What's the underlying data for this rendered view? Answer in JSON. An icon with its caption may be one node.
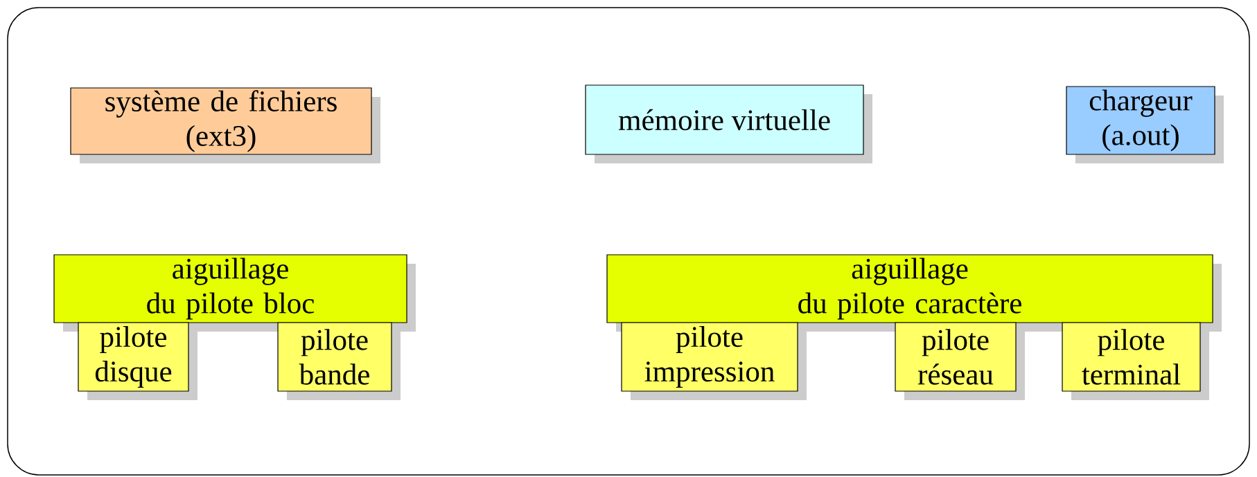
{
  "diagram": {
    "nodes": [
      {
        "text": [
          "système de fichiers (ext3)"
        ]
      },
      {
        "text": [
          "mémoire virtuelle"
        ]
      },
      {
        "text": [
          "chargeur (a.out)"
        ]
      },
      {
        "text": [
          "aiguillage du pilote bloc"
        ]
      },
      {
        "text": [
          "pilote disque"
        ]
      },
      {
        "text": [
          "pilote bande"
        ]
      },
      {
        "text": [
          "aiguillage du pilote caractère"
        ]
      },
      {
        "text": [
          "pilote impression"
        ]
      },
      {
        "text": [
          "pilote réseau"
        ]
      },
      {
        "text": [
          "pilote terminal"
        ]
      }
    ]
  }
}
